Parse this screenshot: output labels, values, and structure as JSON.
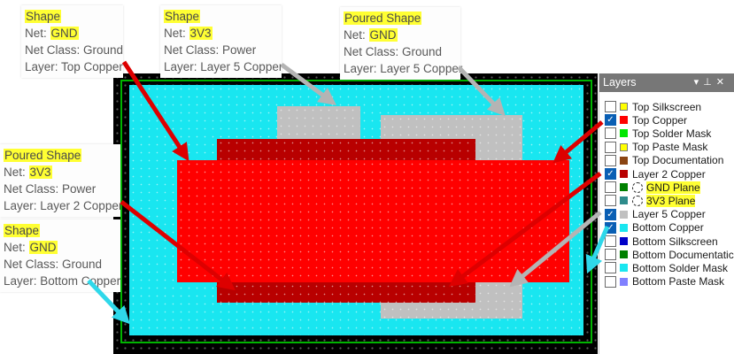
{
  "callouts": [
    {
      "title": "Shape",
      "net_label": "Net: ",
      "net": "GND",
      "net_class": "Net Class: Ground",
      "layer": "Layer: Top Copper"
    },
    {
      "title": "Shape",
      "net_label": "Net: ",
      "net": "3V3",
      "net_class": "Net Class: Power",
      "layer": "Layer: Layer 5 Copper"
    },
    {
      "title": "Poured Shape",
      "net_label": "Net: ",
      "net": "GND",
      "net_class": "Net Class: Ground",
      "layer": "Layer: Layer 5 Copper"
    },
    {
      "title": "Poured Shape",
      "net_label": "Net: ",
      "net": "3V3",
      "net_class": "Net Class: Power",
      "layer": "Layer: Layer 2 Copper"
    },
    {
      "title": "Shape",
      "net_label": "Net: ",
      "net": "GND",
      "net_class": "Net Class: Ground",
      "layer": "Layer: Bottom Copper"
    }
  ],
  "layers_panel": {
    "title": "Layers",
    "header_icons": [
      "dropdown-icon",
      "pin-icon",
      "close-icon"
    ],
    "items": [
      {
        "label": "Top Silkscreen",
        "checked": false,
        "color": "#ffff00",
        "highlight": false
      },
      {
        "label": "Top Copper",
        "checked": true,
        "color": "#ff0000",
        "highlight": false
      },
      {
        "label": "Top Solder Mask",
        "checked": false,
        "color": "#00e600",
        "highlight": false
      },
      {
        "label": "Top Paste Mask",
        "checked": false,
        "color": "#ffff00",
        "highlight": false
      },
      {
        "label": "Top Documentation",
        "checked": false,
        "color": "#8b4513",
        "highlight": false
      },
      {
        "label": "Layer 2 Copper",
        "checked": true,
        "color": "#b80000",
        "highlight": false
      },
      {
        "label": "GND Plane",
        "checked": false,
        "color": "#008000",
        "highlight": true,
        "plane": true
      },
      {
        "label": "3V3 Plane",
        "checked": false,
        "color": "#2e8b8b",
        "highlight": true,
        "plane": true
      },
      {
        "label": "Layer 5 Copper",
        "checked": true,
        "color": "#c0c0c0",
        "highlight": false
      },
      {
        "label": "Bottom Copper",
        "checked": true,
        "color": "#19e6f0",
        "highlight": false
      },
      {
        "label": "Bottom Silkscreen",
        "checked": false,
        "color": "#0000c8",
        "highlight": false
      },
      {
        "label": "Bottom Documentatic",
        "checked": false,
        "color": "#008000",
        "highlight": false
      },
      {
        "label": "Bottom Solder Mask",
        "checked": false,
        "color": "#19e6f0",
        "highlight": false
      },
      {
        "label": "Bottom Paste Mask",
        "checked": false,
        "color": "#8080ff",
        "highlight": false
      }
    ]
  },
  "colors": {
    "top_copper": "#ff0000",
    "layer2_copper": "#b80000",
    "layer5_copper": "#c0c0c0",
    "bottom_copper": "#19e6f0",
    "board_outline": "#00b400",
    "highlight": "#ffff33",
    "arrow_red": "#dd0000",
    "arrow_gray": "#b4b4b4",
    "arrow_cyan": "#2fd8ea"
  }
}
